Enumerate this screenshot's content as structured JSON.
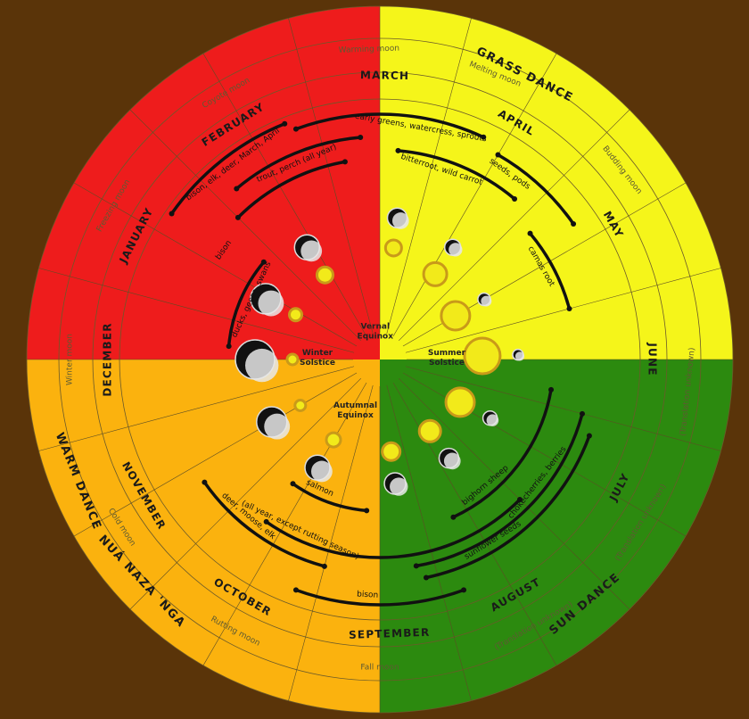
{
  "colors": {
    "background": "#5a3409",
    "spring": "#ee1c1c",
    "summer": "#f5f51a",
    "autumn": "#fbb20e",
    "winter": "#2c8a0f",
    "ink": "#111111",
    "sun": "#f2ea1a",
    "sun_ring": "#c99a19"
  },
  "seasons": [
    {
      "label": "WARM DANCE",
      "angle": -112,
      "r": 365
    },
    {
      "label": "GRASS DANCE",
      "angle": 27,
      "r": 358
    },
    {
      "label": "SUN DANCE",
      "angle": 140,
      "r": 358
    },
    {
      "label": "NUÁ NAZA 'NGA",
      "angle": -133,
      "r": 365
    }
  ],
  "months": [
    {
      "label": "MARCH",
      "angle": 1,
      "r": 318
    },
    {
      "label": "APRIL",
      "angle": 30,
      "r": 306
    },
    {
      "label": "MAY",
      "angle": 60,
      "r": 302
    },
    {
      "label": "JUNE",
      "angle": 90,
      "r": 305
    },
    {
      "label": "JULY",
      "angle": 118,
      "r": 305
    },
    {
      "label": "AUGUST",
      "angle": 150,
      "r": 305
    },
    {
      "label": "SEPTEMBER",
      "angle": 178,
      "r": 308
    },
    {
      "label": "OCTOBER",
      "angle": -150,
      "r": 308
    },
    {
      "label": "NOVEMBER",
      "angle": -120,
      "r": 306
    },
    {
      "label": "DECEMBER",
      "angle": -90,
      "r": 305
    },
    {
      "label": "JANUARY",
      "angle": -63,
      "r": 306
    },
    {
      "label": "FEBRUARY",
      "angle": -32,
      "r": 310
    }
  ],
  "moons": [
    {
      "label": "Warming moon",
      "angle": -2,
      "r": 348
    },
    {
      "label": "Melting moon",
      "angle": 22,
      "r": 345
    },
    {
      "label": "Budding moon",
      "angle": 52,
      "r": 345
    },
    {
      "label": "(Translation unknown)",
      "angle": 96,
      "r": 347
    },
    {
      "label": "(Translation unknown)",
      "angle": 122,
      "r": 345
    },
    {
      "label": "(Translation unknown)",
      "angle": 150,
      "r": 345
    },
    {
      "label": "Fall moon",
      "angle": 180,
      "r": 345
    },
    {
      "label": "Rutting moon",
      "angle": -152,
      "r": 345
    },
    {
      "label": "Cold moon",
      "angle": -123,
      "r": 345
    },
    {
      "label": "Winter moon",
      "angle": -90,
      "r": 348
    },
    {
      "label": "Freezing moon",
      "angle": -60,
      "r": 345
    },
    {
      "label": "Coyote moon",
      "angle": -30,
      "r": 345
    }
  ],
  "resources": [
    {
      "label": "early greens, watercress, sprouts",
      "r": 275,
      "start": -20,
      "end": 25,
      "text_angle": 10
    },
    {
      "label": "seeds, pods",
      "r": 265,
      "start": 30,
      "end": 55,
      "text_angle": 35
    },
    {
      "label": "bitterroot, wild carrot",
      "r": 235,
      "start": 5,
      "end": 40,
      "text_angle": 18
    },
    {
      "label": "camas root",
      "r": 220,
      "start": 50,
      "end": 75,
      "text_angle": 60
    },
    {
      "label": "bighorn sheep",
      "r": 195,
      "start": 100,
      "end": 155,
      "text_angle": 140
    },
    {
      "label": "chokecherries, berries",
      "r": 235,
      "start": 105,
      "end": 170,
      "text_angle": 128
    },
    {
      "label": "sunflower seeds",
      "r": 250,
      "start": 110,
      "end": 168,
      "text_angle": 148
    },
    {
      "label": "bison",
      "r": 275,
      "start": 160,
      "end": 200,
      "text_angle": 183
    },
    {
      "label": "(all year, except rutting season)",
      "r": 222,
      "start": 135,
      "end": 215,
      "text_angle": 205
    },
    {
      "label": "deer, moose, elk",
      "r": 240,
      "start": -165,
      "end": -125,
      "text_angle": -140
    },
    {
      "label": "salmon",
      "r": 170,
      "start": -175,
      "end": -145,
      "text_angle": -155
    },
    {
      "label": "ducks, geese, swans",
      "r": 170,
      "start": -85,
      "end": -50,
      "text_angle": -65
    },
    {
      "label": "bison",
      "r": 225,
      "start": -45,
      "end": -10,
      "text_angle": -55
    },
    {
      "label": "trout, perch (all year)",
      "r": 250,
      "start": -40,
      "end": -5,
      "text_angle": -23
    },
    {
      "label": "bison, elk, deer, March, April",
      "r": 285,
      "start": -55,
      "end": -22,
      "text_angle": -37
    }
  ],
  "equinoxes": [
    {
      "label": "Vernal",
      "label2": "Equinox",
      "angle": -10,
      "r": 30
    },
    {
      "label": "Summer",
      "label2": "Solstice",
      "angle": 90,
      "r": 75
    },
    {
      "label": "Autumnal",
      "label2": "Equinox",
      "angle": -155,
      "r": 65
    },
    {
      "label": "Winter",
      "label2": "Solstice",
      "angle": -90,
      "r": 70
    }
  ],
  "phases": [
    {
      "angle": 7,
      "r": 160,
      "moon_r": 11,
      "sun_r": 9
    },
    {
      "angle": 33,
      "r": 150,
      "moon_r": 9,
      "sun_r": 13
    },
    {
      "angle": 60,
      "r": 135,
      "moon_r": 7,
      "sun_r": 16
    },
    {
      "angle": 88,
      "r": 155,
      "moon_r": 6,
      "sun_r": 20
    },
    {
      "angle": 118,
      "r": 140,
      "moon_r": 8,
      "sun_r": 16
    },
    {
      "angle": 145,
      "r": 135,
      "moon_r": 11,
      "sun_r": 12
    },
    {
      "angle": 173,
      "r": 140,
      "moon_r": 12,
      "sun_r": 10
    },
    {
      "angle": -150,
      "r": 140,
      "moon_r": 14,
      "sun_r": 8
    },
    {
      "angle": -120,
      "r": 140,
      "moon_r": 17,
      "sun_r": 6
    },
    {
      "angle": -90,
      "r": 140,
      "moon_r": 22,
      "sun_r": 6
    },
    {
      "angle": -62,
      "r": 145,
      "moon_r": 17,
      "sun_r": 7
    },
    {
      "angle": -33,
      "r": 150,
      "moon_r": 14,
      "sun_r": 9
    }
  ]
}
